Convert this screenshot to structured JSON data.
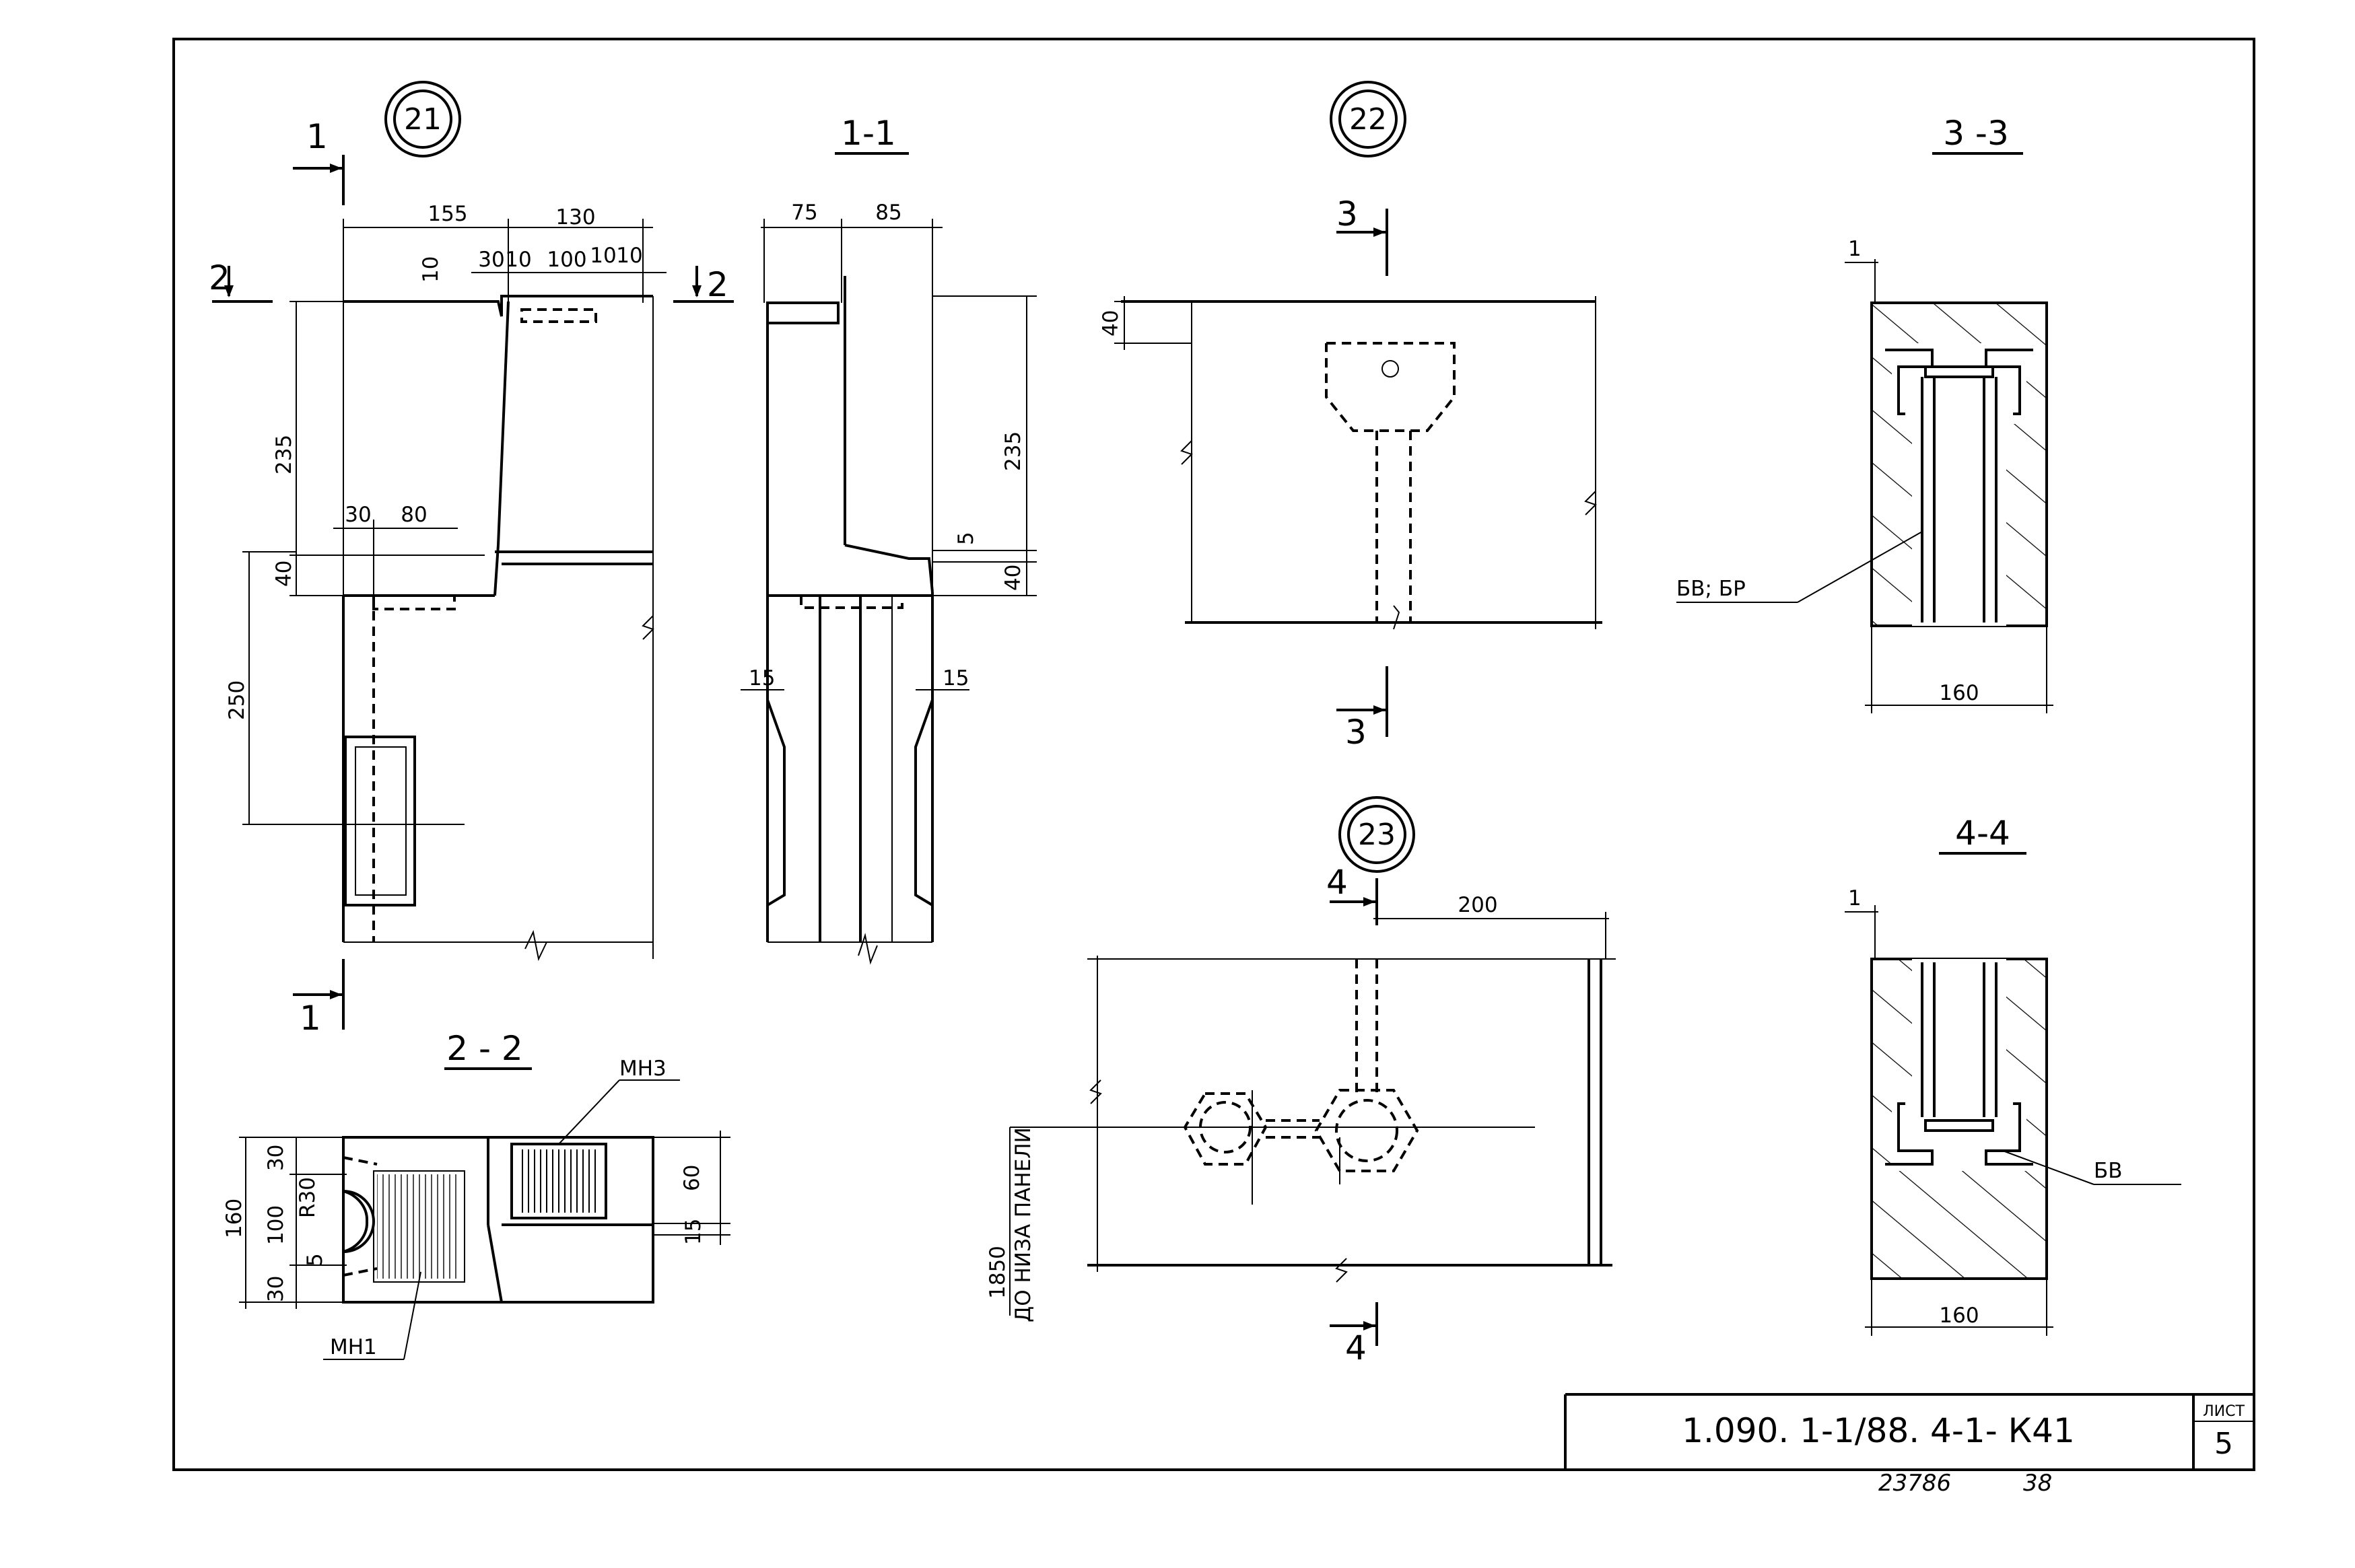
{
  "nodes": {
    "n21": {
      "label": "21"
    },
    "n22": {
      "label": "22"
    },
    "n23": {
      "label": "23"
    }
  },
  "sections": {
    "s11": "1-1",
    "s22": "2 - 2",
    "s33": "3 -3",
    "s44": "4-4"
  },
  "cut_marks": {
    "one": "1",
    "two": "2",
    "three": "3",
    "four": "4"
  },
  "dims": {
    "d155": "155",
    "d130": "130",
    "d30": "30",
    "d10": "10",
    "d100": "100",
    "d235": "235",
    "d80": "80",
    "d40": "40",
    "d250": "250",
    "d75": "75",
    "d85": "85",
    "d5": "5",
    "d15": "15",
    "d160": "160",
    "d60": "60",
    "d200": "200",
    "dR30": "R30",
    "d1": "1"
  },
  "labels": {
    "mn3": "МН3",
    "mn1": "МН1",
    "bv_br": "БВ; БР",
    "bv": "БВ",
    "elev_value": "1850",
    "elev_text": "ДО НИЗА ПАНЕЛИ"
  },
  "title_block": {
    "code": "1.090. 1-1/88. 4-1- К41",
    "sheet_label": "ЛИСТ",
    "sheet_no": "5",
    "stamp_left": "23786",
    "stamp_right": "38"
  }
}
